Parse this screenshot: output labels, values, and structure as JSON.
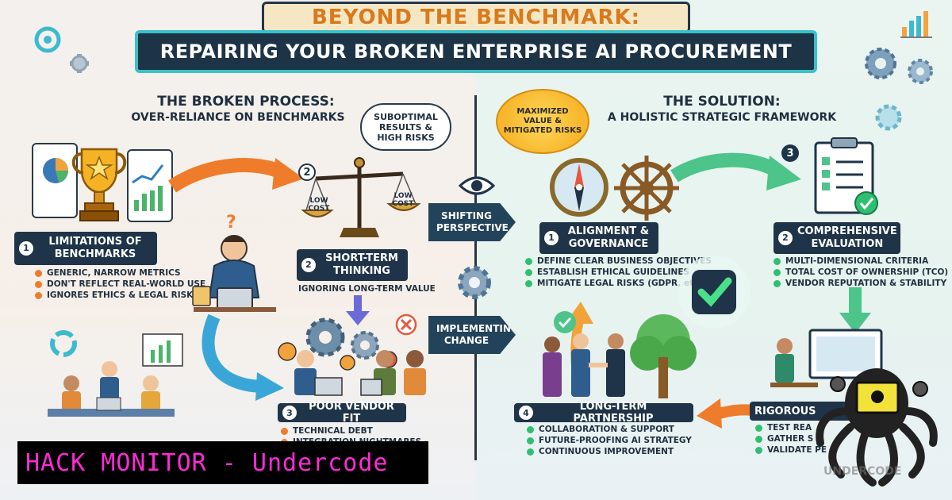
{
  "title": {
    "line1": "BEYOND THE BENCHMARK:",
    "line2": "REPAIRING YOUR BROKEN ENTERPRISE AI PROCUREMENT"
  },
  "left": {
    "heading": "THE BROKEN PROCESS:",
    "subheading": "OVER-RELIANCE ON BENCHMARKS",
    "cloud": "SUBOPTIMAL RESULTS & HIGH RISKS",
    "scale_left": "LOW COST",
    "scale_right": "LOW COST",
    "step1": {
      "num": "1",
      "label": "LIMITATIONS OF BENCHMARKS",
      "items": [
        "GENERIC, NARROW METRICS",
        "DON'T REFLECT REAL-WORLD USE",
        "IGNORES ETHICS & LEGAL RISKS"
      ]
    },
    "step2": {
      "num": "2",
      "label": "SHORT-TERM THINKING",
      "caption": "IGNORING LONG-TERM VALUE"
    },
    "step3": {
      "num": "3",
      "label": "POOR VENDOR FIT",
      "items": [
        "TECHNICAL DEBT",
        "INTEGRATION NIGHTMARES"
      ]
    }
  },
  "middle": {
    "shift1": "SHIFTING PERSPECTIVE",
    "shift2": "IMPLEMENTING CHANGE"
  },
  "right": {
    "sun": "MAXIMIZED VALUE & MITIGATED RISKS",
    "heading": "THE SOLUTION:",
    "subheading": "A HOLISTIC STRATEGIC FRAMEWORK",
    "step1": {
      "num": "1",
      "label": "ALIGNMENT & GOVERNANCE",
      "items": [
        "DEFINE CLEAR BUSINESS OBJECTIVES",
        "ESTABLISH ETHICAL GUIDELINES",
        "MITIGATE LEGAL RISKS (GDPR, etc.)"
      ]
    },
    "step2": {
      "num": "2",
      "label": "COMPREHENSIVE EVALUATION",
      "items": [
        "MULTI-DIMENSIONAL CRITERIA",
        "TOTAL COST OF OWNERSHIP (TCO)",
        "VENDOR REPUTATION & STABILITY"
      ]
    },
    "step3": {
      "num": "3"
    },
    "step4": {
      "num": "4",
      "label": "LONG-TERM PARTNERSHIP",
      "items": [
        "COLLABORATION & SUPPORT",
        "FUTURE-PROOFING AI STRATEGY",
        "CONTINUOUS IMPROVEMENT"
      ]
    },
    "step5": {
      "label": "RIGOROUS",
      "items": [
        "TEST REA",
        "GATHER S",
        "VALIDATE PE"
      ]
    }
  },
  "watermark": {
    "hack_monitor": "HACK MONITOR - Undercode"
  },
  "colors": {
    "navy": "#1f3448",
    "teal": "#3bc0c9",
    "orange": "#d97a1c",
    "green": "#2fbf71",
    "magenta": "#ff2bd6"
  }
}
